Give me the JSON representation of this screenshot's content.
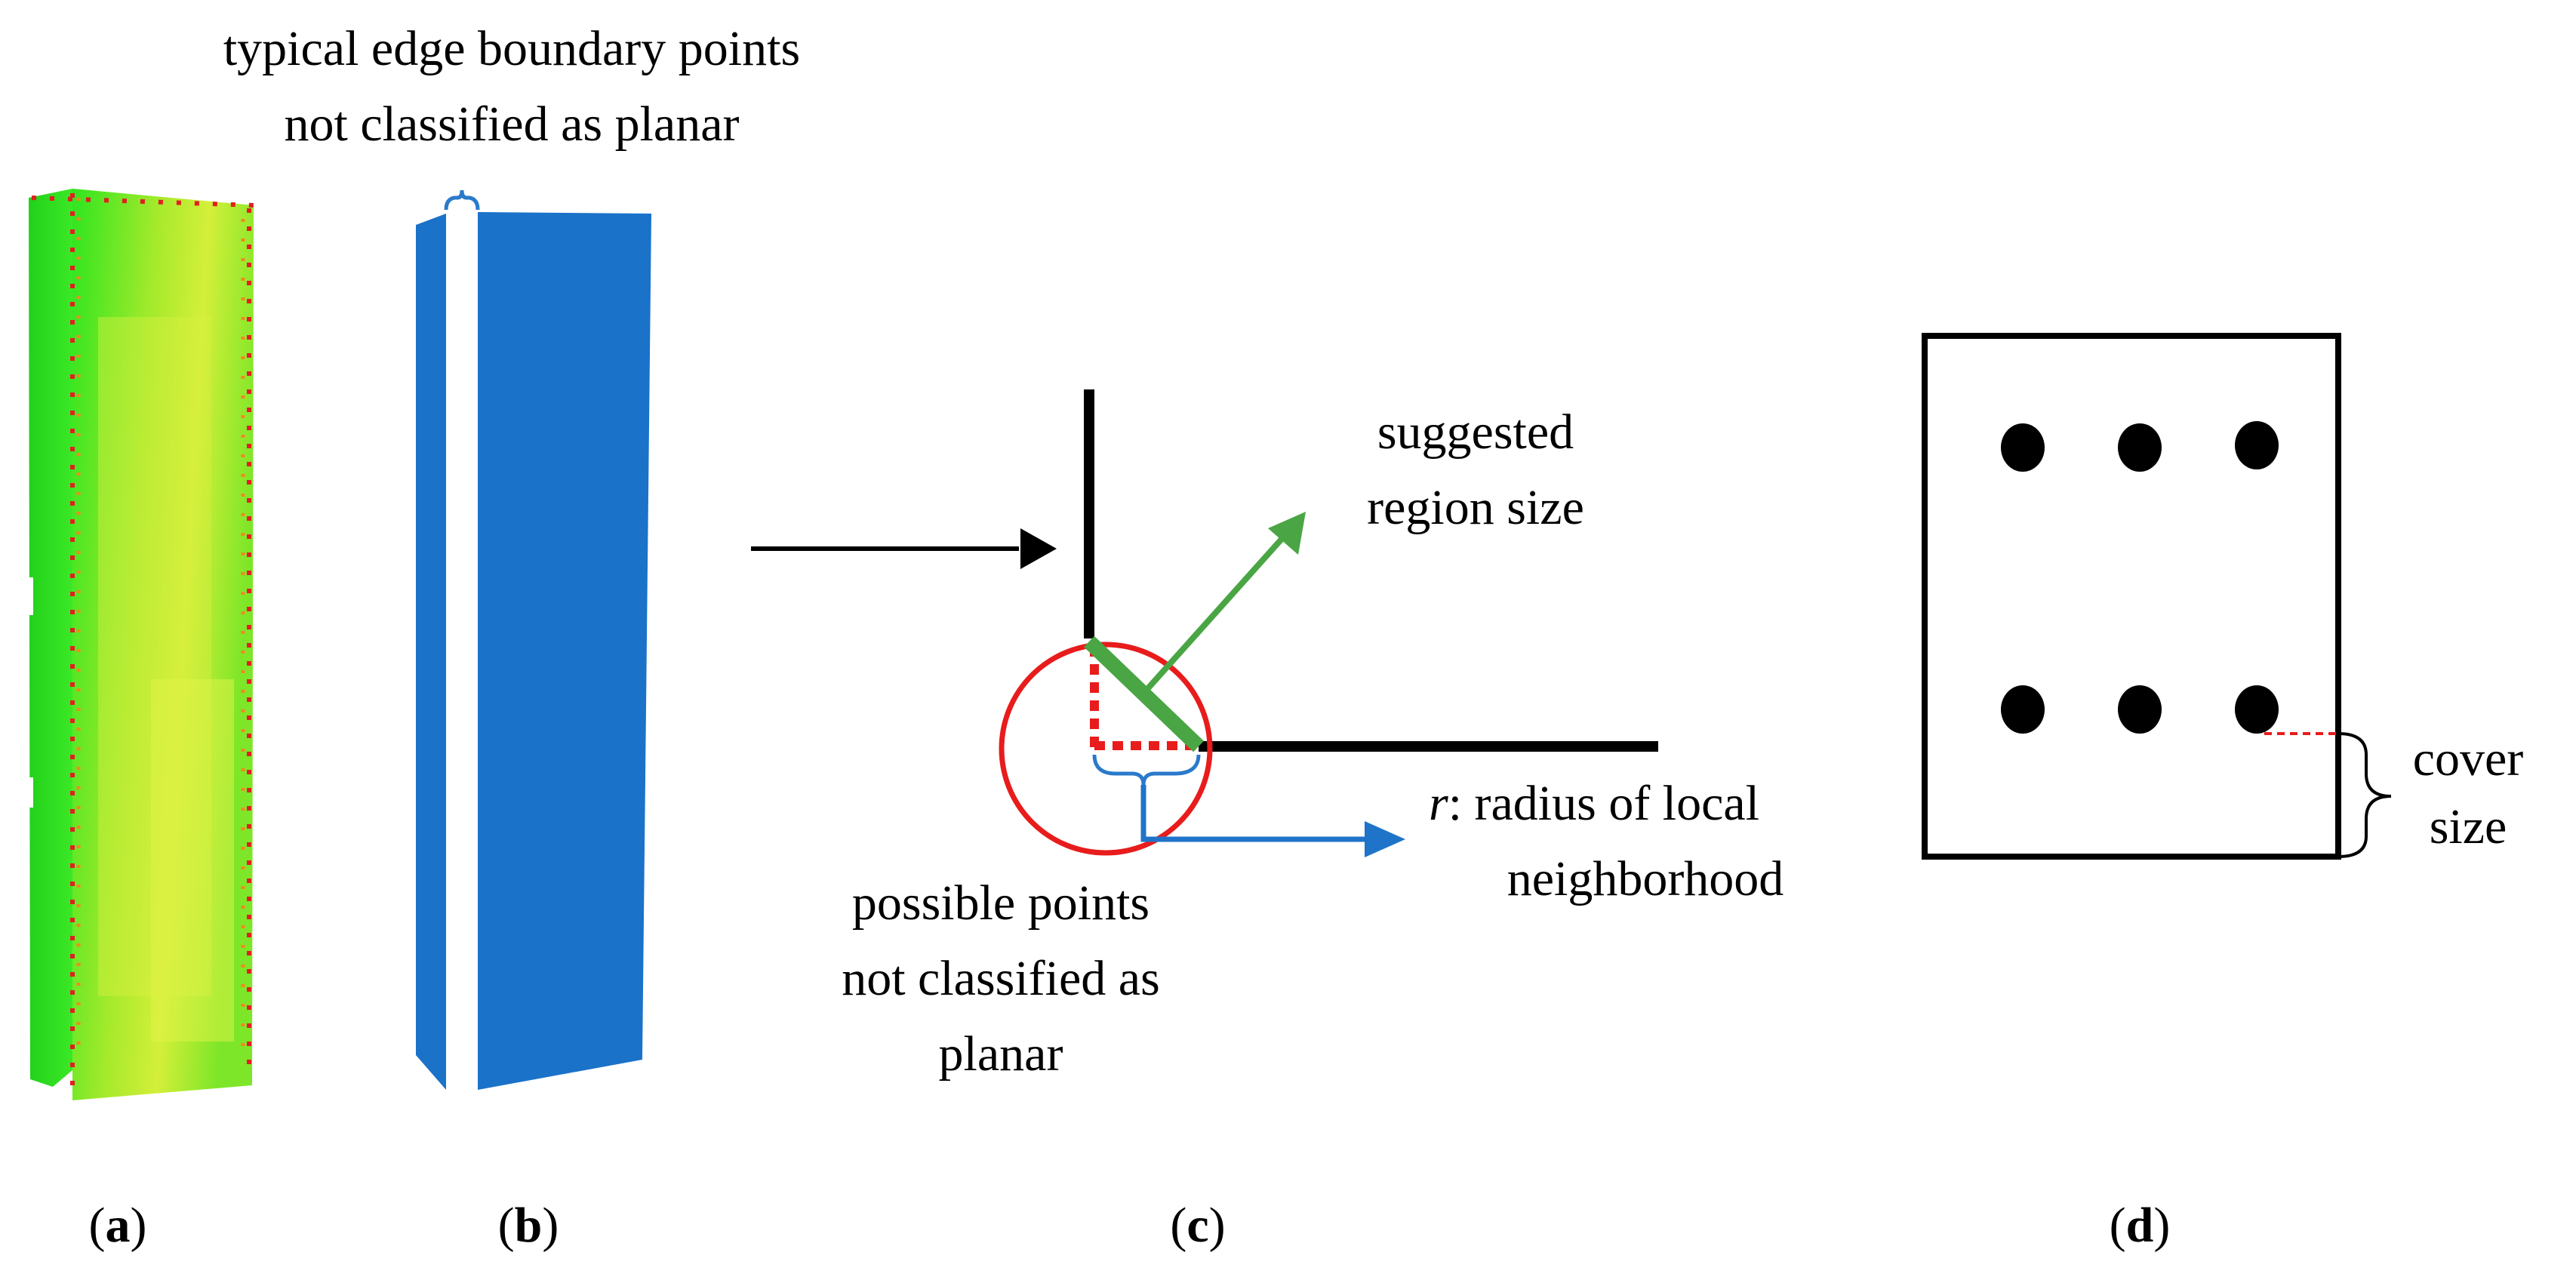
{
  "figure": {
    "panels": [
      {
        "open": "(",
        "letter": "a",
        "close": ")"
      },
      {
        "open": "(",
        "letter": "b",
        "close": ")"
      },
      {
        "open": "(",
        "letter": "c",
        "close": ")"
      },
      {
        "open": "(",
        "letter": "d",
        "close": ")"
      }
    ],
    "annotations": {
      "edge_boundary": {
        "line1": "typical edge boundary points",
        "line2": "not classified as planar"
      },
      "suggested_region": {
        "line1": "suggested",
        "line2": "region size"
      },
      "radius": {
        "symbol": "r",
        "rest": ": radius of local",
        "line2": "neighborhood"
      },
      "possible_points": {
        "line1": "possible points",
        "line2": "not classified as",
        "line3": "planar"
      },
      "cover": {
        "line1": "cover",
        "line2": "size"
      }
    },
    "colors": {
      "point_cloud_green": "#2ee51f",
      "point_cloud_yellow": "#c8ee2a",
      "point_cloud_red": "#e02020",
      "plane_blue": "#1a72c9",
      "bracket_blue": "#2a7acb",
      "circle_red": "#e81c1c",
      "arrow_green": "#4aa544",
      "arrow_blue": "#1f74c9"
    }
  }
}
